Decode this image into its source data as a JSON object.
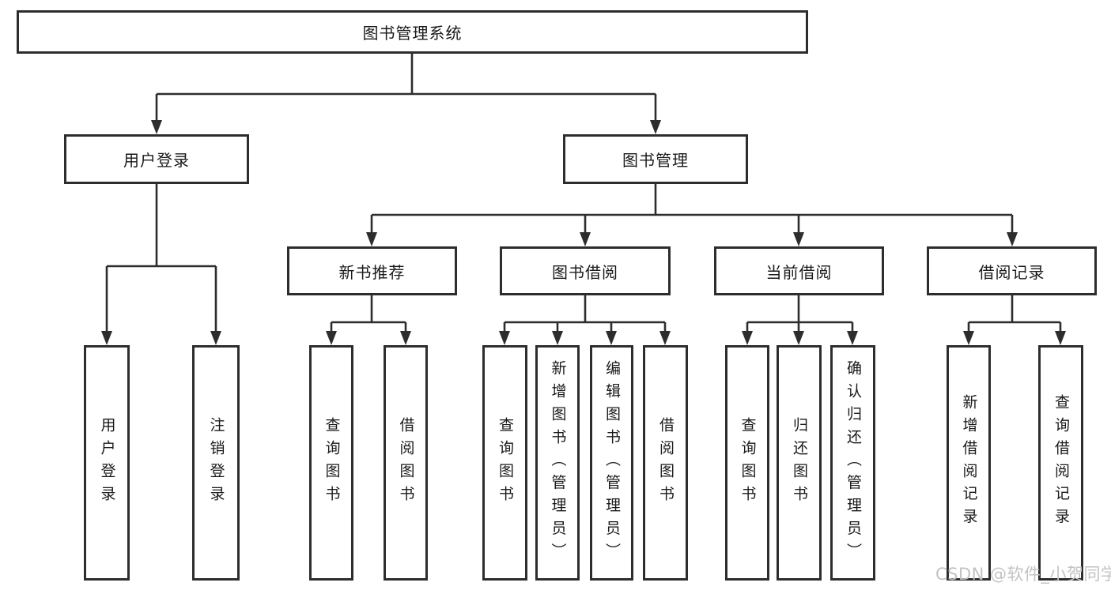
{
  "diagram": {
    "title": "图书管理系统",
    "level2": {
      "user_login": "用户登录",
      "book_management": "图书管理"
    },
    "login_children": [
      "用户登录",
      "注销登录"
    ],
    "sections": [
      "新书推荐",
      "图书借阅",
      "当前借阅",
      "借阅记录"
    ],
    "recommend_children": [
      "查询图书",
      "借阅图书"
    ],
    "borrow_children": [
      "查询图书",
      "新增图书（管理员）",
      "编辑图书（管理员）",
      "借阅图书"
    ],
    "current_children": [
      "查询图书",
      "归还图书",
      "确认归还（管理员）"
    ],
    "record_children": [
      "新增借阅记录",
      "查询借阅记录"
    ],
    "watermark": "CSDN @软件_小贺同学",
    "colors": {
      "line": "#2d2d2d",
      "text": "#1a1a1a",
      "watermark": "#c3c3c3",
      "background": "#ffffff"
    }
  }
}
